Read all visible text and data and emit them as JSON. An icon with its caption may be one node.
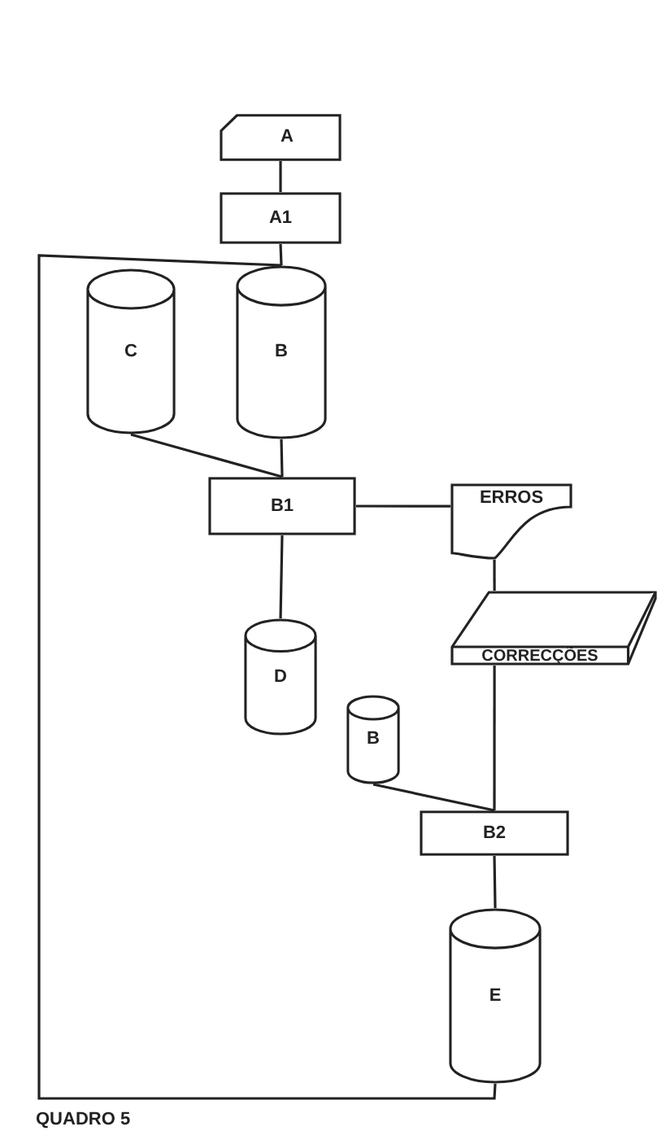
{
  "diagram": {
    "caption": "QUADRO 5",
    "nodes": [
      {
        "text": [
          "A"
        ]
      },
      {
        "text": [
          "A1"
        ]
      },
      {
        "text": [
          "C"
        ]
      },
      {
        "text": [
          "B"
        ]
      },
      {
        "text": [
          "B1"
        ]
      },
      {
        "text": [
          "ERROS"
        ]
      },
      {
        "text": [
          "D"
        ]
      },
      {
        "text": [
          "CORRECÇÕES"
        ]
      },
      {
        "text": [
          "B"
        ]
      },
      {
        "text": [
          "B2"
        ]
      },
      {
        "text": [
          "E"
        ]
      }
    ],
    "edges": [
      {
        "from": 0,
        "to": 1,
        "arrow": "none"
      },
      {
        "from": 1,
        "to": 3,
        "arrow": "none"
      },
      {
        "from": 2,
        "to": 4,
        "arrow": "none"
      },
      {
        "from": 3,
        "to": 4,
        "arrow": "none"
      },
      {
        "from": 4,
        "to": 5,
        "arrow": "none"
      },
      {
        "from": 4,
        "to": 6,
        "arrow": "none"
      },
      {
        "from": 5,
        "to": 7,
        "arrow": "none"
      },
      {
        "from": 7,
        "to": 9,
        "arrow": "none"
      },
      {
        "from": 8,
        "to": 9,
        "arrow": "none"
      },
      {
        "from": 9,
        "to": 10,
        "arrow": "none"
      },
      {
        "from": 10,
        "to": 3,
        "arrow": "none"
      }
    ]
  }
}
